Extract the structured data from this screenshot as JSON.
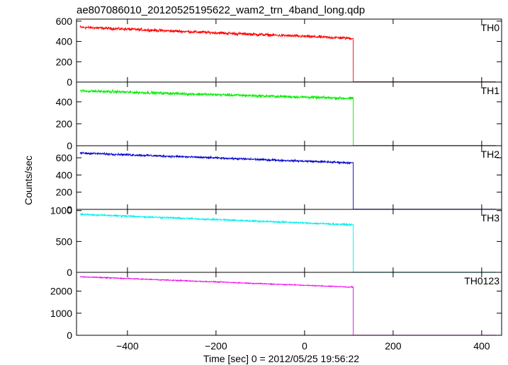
{
  "chart_data": {
    "type": "line",
    "title": "ae807086010_20120525195622_wam2_trn_4band_long.qdp",
    "xlabel": "Time [sec] 0 = 2012/05/25 19:56:22",
    "ylabel": "Counts/sec",
    "xlim": [
      -515,
      445
    ],
    "x_ticks": [
      -400,
      -200,
      0,
      200,
      400
    ],
    "x_tick_labels": [
      "−400",
      "−200",
      "0",
      "200",
      "400"
    ],
    "drop_time": 110,
    "x_end": 432,
    "grid": false,
    "panels": [
      {
        "name": "TH0",
        "color": "#ff0000",
        "ylim": [
          0,
          620
        ],
        "yticks": [
          0,
          200,
          400,
          600
        ],
        "start_mean": 540,
        "end_mean": 430,
        "noise": 22,
        "after_value": 3
      },
      {
        "name": "TH1",
        "color": "#00ee00",
        "ylim": [
          0,
          580
        ],
        "yticks": [
          0,
          200,
          400
        ],
        "start_mean": 500,
        "end_mean": 430,
        "noise": 20,
        "after_value": 3
      },
      {
        "name": "TH2",
        "color": "#0000cc",
        "ylim": [
          0,
          740
        ],
        "yticks": [
          0,
          200,
          400,
          600
        ],
        "start_mean": 655,
        "end_mean": 540,
        "noise": 18,
        "after_value": 3
      },
      {
        "name": "TH3",
        "color": "#00eeee",
        "ylim": [
          0,
          1020
        ],
        "yticks": [
          0,
          500,
          1000
        ],
        "start_mean": 940,
        "end_mean": 770,
        "noise": 22,
        "after_value": 3
      },
      {
        "name": "TH0123",
        "color": "#ee00ee",
        "ylim": [
          0,
          2850
        ],
        "yticks": [
          0,
          1000,
          2000
        ],
        "start_mean": 2650,
        "end_mean": 2180,
        "noise": 35,
        "after_value": 5
      }
    ]
  }
}
